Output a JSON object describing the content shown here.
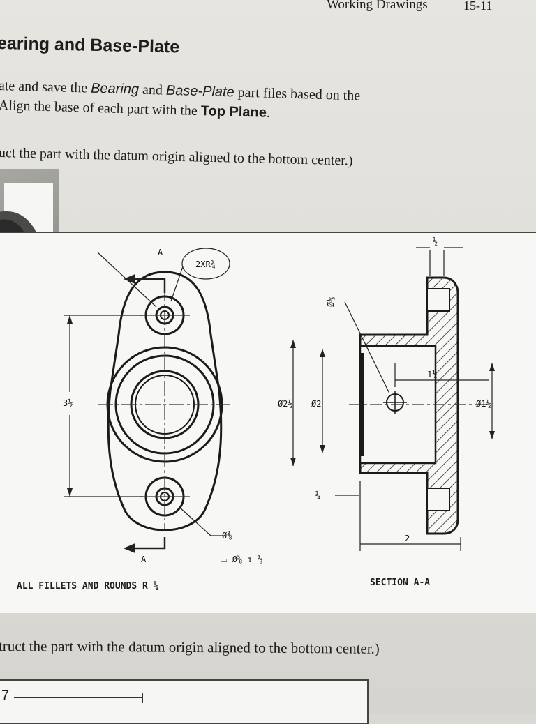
{
  "header": {
    "chapter_title": "Working Drawings",
    "page_number": "15-11"
  },
  "section": {
    "heading": "earing and Base-Plate"
  },
  "instructions": {
    "line1_pre": "ate and save the ",
    "line1_part1": "Bearing",
    "line1_mid": " and ",
    "line1_part2": "Base-Plate",
    "line1_post": " part files based on the",
    "line2_pre": "Align the base of each part with the ",
    "line2_plane": "Top Plane",
    "line2_post": ".",
    "line3": "uct the part with the datum origin aligned to the bottom center.)",
    "line4": "truct the part with the datum origin aligned to the bottom center.)"
  },
  "drawing": {
    "section_mark_top": "A",
    "section_mark_bottom": "A",
    "hole_callout": "2XR¾",
    "height_dim": "3½",
    "dia_small_hole": "Ø⅓",
    "dia_2": "Ø2",
    "dia_2_half": "Ø2½",
    "dia_1_half": "Ø1½",
    "dim_quarter_top": "½",
    "dim_1_quarter": "1¼",
    "dim_quarter_bottom": "¼",
    "dim_width": "2",
    "cbore_dia": "Ø⅜",
    "cbore_callout": "⌴ Ø⅝ ↧ ⅛",
    "fillets_note": "ALL FILLETS AND ROUNDS R ⅛",
    "section_label": "SECTION A-A"
  },
  "footer": {
    "item_number": "7"
  }
}
